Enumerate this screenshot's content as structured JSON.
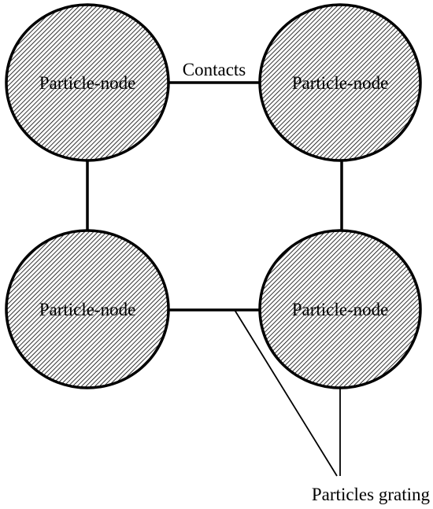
{
  "diagram": {
    "nodes": [
      {
        "id": "top-left",
        "label": "Particle-node"
      },
      {
        "id": "top-right",
        "label": "Particle-node"
      },
      {
        "id": "bottom-left",
        "label": "Particle-node"
      },
      {
        "id": "bottom-right",
        "label": "Particle-node"
      }
    ],
    "annotations": {
      "contacts": "Contacts",
      "grating": "Particles grating"
    },
    "style": {
      "node_fill_pattern": "diagonal-hatch",
      "stroke_color": "#000000",
      "background": "#ffffff"
    }
  }
}
